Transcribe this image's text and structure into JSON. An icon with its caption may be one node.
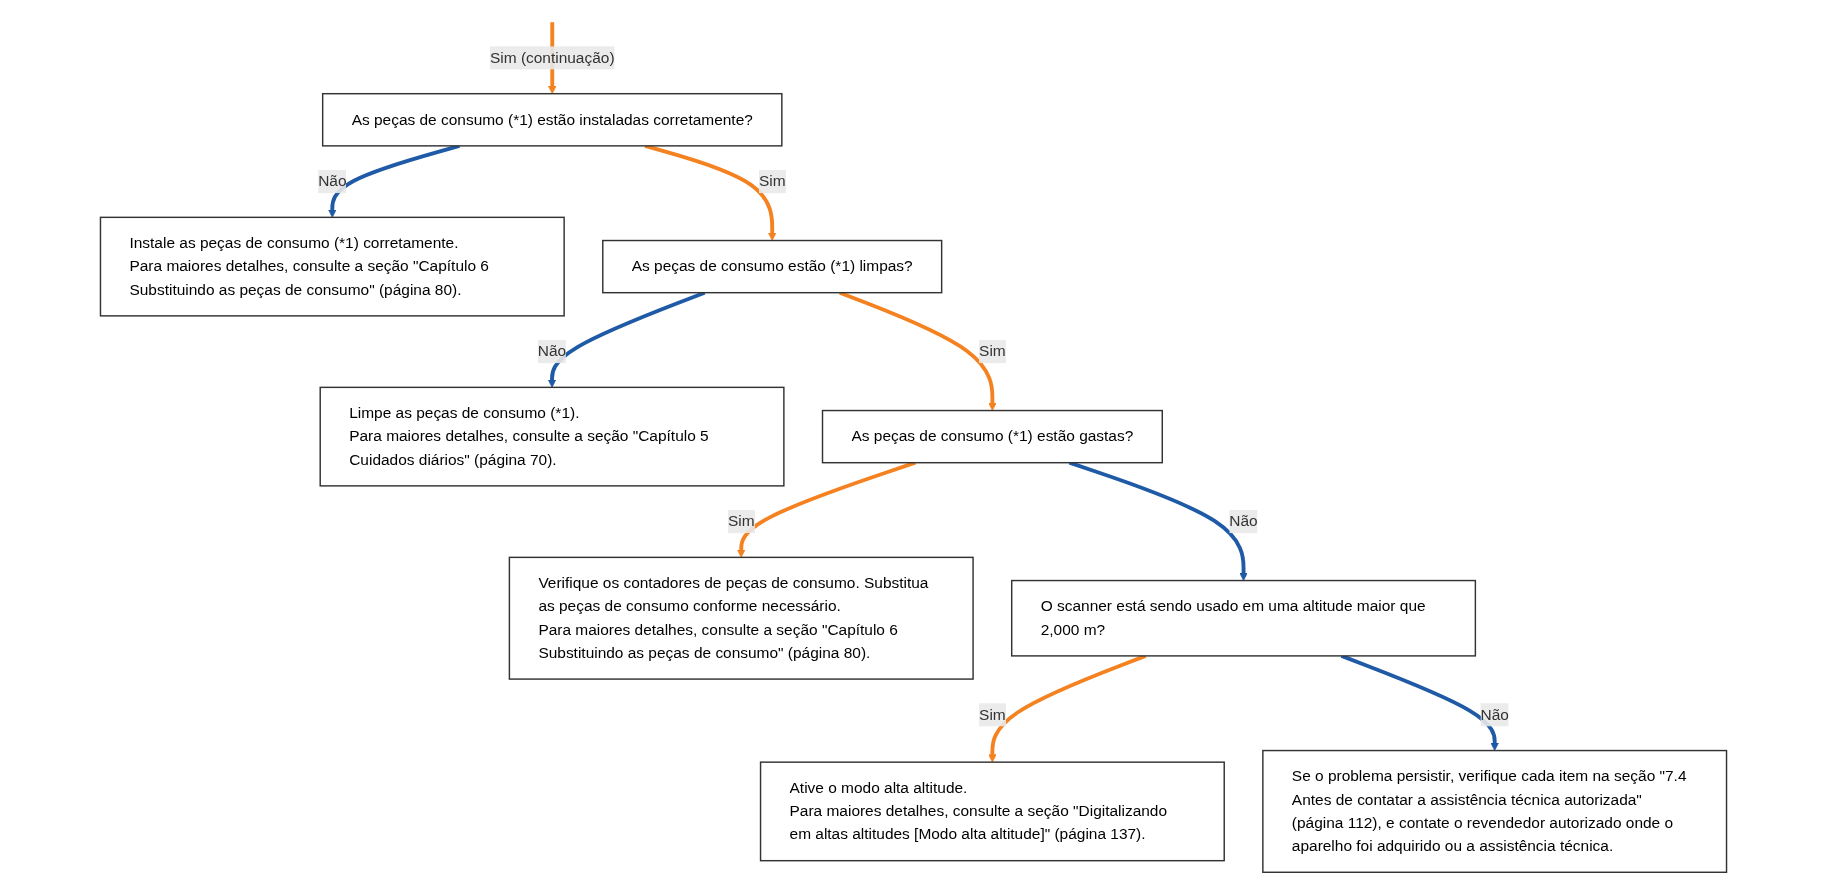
{
  "diagram": {
    "nodes": [
      {
        "text": [
          "As peças de consumo (*1) estão instaladas corretamente?"
        ]
      },
      {
        "text": [
          "Instale as peças de consumo (*1) corretamente.",
          "Para maiores detalhes, consulte a seção \"Capítulo 6 Substituindo as peças de consumo\" (página 80)."
        ]
      },
      {
        "text": [
          "As peças de consumo estão (*1) limpas?"
        ]
      },
      {
        "text": [
          "Limpe as peças de consumo (*1).",
          "Para maiores detalhes, consulte a seção \"Capítulo 5 Cuidados diários\" (página 70)."
        ]
      },
      {
        "text": [
          "As peças de consumo (*1) estão gastas?"
        ]
      },
      {
        "text": [
          "Verifique os contadores de peças de consumo. Substitua as peças de consumo conforme necessário.",
          "Para maiores detalhes, consulte a seção \"Capítulo 6 Substituindo as peças de consumo\" (página 80)."
        ]
      },
      {
        "text": [
          "O scanner está sendo usado em uma altitude maior que 2,000 m?"
        ]
      },
      {
        "text": [
          "Ative o modo alta altitude.",
          "Para maiores detalhes, consulte a seção \"Digitalizando em altas altitudes [Modo alta altitude]\" (página 137)."
        ]
      },
      {
        "text": [
          "Se o problema persistir, verifique cada item na seção \"7.4 Antes de contatar a assistência técnica autorizada\" (página 112), e contate o revendedor autorizado onde o aparelho foi adquirido ou a assistência técnica."
        ]
      }
    ],
    "edges": [
      {
        "from": null,
        "to": 0,
        "arrow": "to",
        "label": "Sim (continuação)"
      },
      {
        "from": 0,
        "to": 1,
        "arrow": "to",
        "label": "Não",
        "color": "#1f5aa6"
      },
      {
        "from": 0,
        "to": 2,
        "arrow": "to",
        "label": "Sim"
      },
      {
        "from": 2,
        "to": 3,
        "arrow": "to",
        "label": "Não",
        "color": "#1f5aa6"
      },
      {
        "from": 2,
        "to": 4,
        "arrow": "to",
        "label": "Sim"
      },
      {
        "from": 4,
        "to": 5,
        "arrow": "to",
        "label": "Sim"
      },
      {
        "from": 4,
        "to": 6,
        "arrow": "to",
        "label": "Não",
        "color": "#1f5aa6"
      },
      {
        "from": 6,
        "to": 7,
        "arrow": "to",
        "label": "Sim"
      },
      {
        "from": 6,
        "to": 8,
        "arrow": "to",
        "label": "Não",
        "color": "#1f5aa6"
      }
    ]
  }
}
